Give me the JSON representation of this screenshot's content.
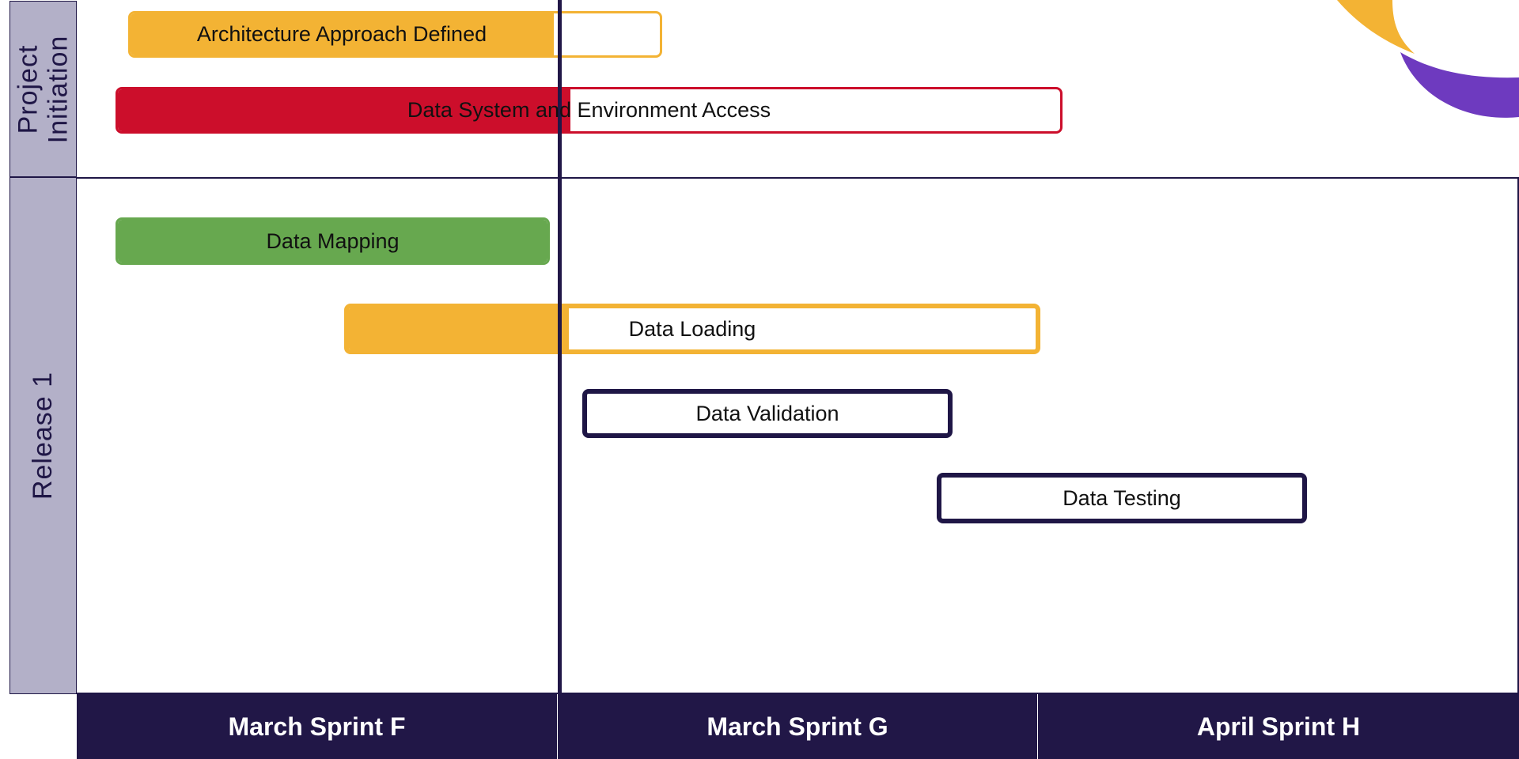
{
  "lanes": {
    "project_initiation": {
      "line1": "Project",
      "line2": "Initiation"
    },
    "release1": {
      "label": "Release 1"
    }
  },
  "timeline": {
    "sprints": [
      "March Sprint F",
      "March Sprint G",
      "April Sprint H"
    ]
  },
  "tasks": [
    {
      "name": "Architecture Approach Defined",
      "color": "#f3b334",
      "progress": 0.8
    },
    {
      "name": "Data System and Environment Access",
      "color": "#cc0e2b",
      "progress": 0.48
    },
    {
      "name": "Data Mapping",
      "color": "#67a84f",
      "progress": 1.0
    },
    {
      "name": "Data Loading",
      "color": "#f3b334",
      "progress": 0.32
    },
    {
      "name": "Data Validation",
      "color": "#1f1646",
      "progress": 0.0
    },
    {
      "name": "Data Testing",
      "color": "#1f1646",
      "progress": 0.0
    }
  ],
  "decoration": {
    "accent_orange": "#f3b334",
    "accent_purple": "#6e3abf"
  }
}
